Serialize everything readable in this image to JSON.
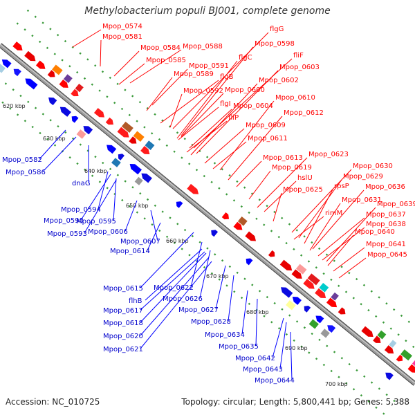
{
  "title": "Methylobacterium populi BJ001, complete genome",
  "footer": {
    "accession": "Accession: NC_010725",
    "summary": "Topology: circular; Length: 5,800,441 bp; Genes: 5,388"
  },
  "colors": {
    "backbone": "#888888",
    "forward_labels": "#ff0000",
    "reverse_labels": "#0000cc",
    "gc_dots": "#3a9a3a"
  },
  "ticks": [
    "620 kbp",
    "630 kbp",
    "640 kbp",
    "650 kbp",
    "660 kbp",
    "670 kbp",
    "680 kbp",
    "690 kbp",
    "700 kbp"
  ],
  "red_labels": [
    "Mpop_0574",
    "Mpop_0581",
    "Mpop_0584",
    "Mpop_0588",
    "Mpop_0585",
    "Mpop_0591",
    "Mpop_0589",
    "flgB",
    "Mpop_0592",
    "Mpop_0600",
    "flgI",
    "Mpop_0604",
    "fliP",
    "Mpop_0609",
    "Mpop_0611",
    "flgG",
    "Mpop_0598",
    "flgC",
    "fliF",
    "Mpop_0603",
    "Mpop_0602",
    "Mpop_0610",
    "Mpop_0612",
    "Mpop_0613",
    "Mpop_0623",
    "Mpop_0619",
    "hslU",
    "Mpop_0625",
    "Mpop_0630",
    "Mpop_0629",
    "rpsP",
    "Mpop_0636",
    "Mpop_0631",
    "rimM",
    "Mpop_0639",
    "Mpop_0637",
    "Mpop_0638",
    "Mpop_0640",
    "Mpop_0641",
    "Mpop_0645"
  ],
  "blue_labels": [
    "Mpop_0582",
    "Mpop_0586",
    "dnaG",
    "Mpop_0594",
    "Mpop_0590",
    "Mpop_0595",
    "Mpop_0593",
    "Mpop_0606",
    "Mpop_0607",
    "Mpop_0614",
    "Mpop_0615",
    "Mpop_0622",
    "flhB",
    "Mpop_0626",
    "Mpop_0617",
    "Mpop_0627",
    "Mpop_0618",
    "Mpop_0628",
    "Mpop_0620",
    "Mpop_0621",
    "Mpop_0634",
    "Mpop_0635",
    "Mpop_0642",
    "Mpop_0643",
    "Mpop_0644"
  ]
}
